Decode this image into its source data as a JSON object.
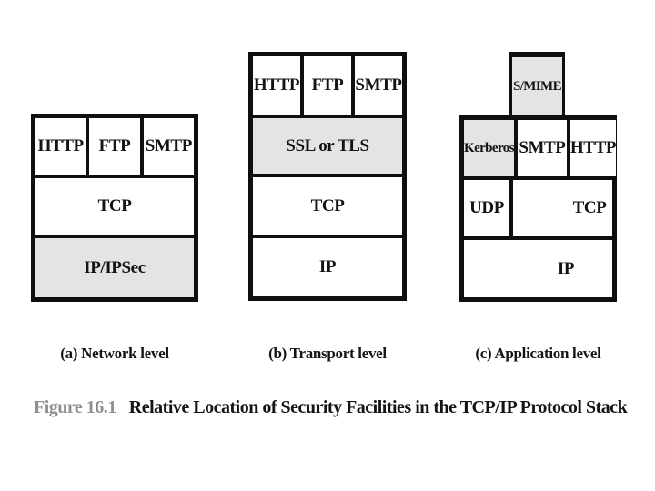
{
  "figure_caption": {
    "label": "Figure 16.1",
    "title": "Relative Location of Security Facilities in the TCP/IP Protocol Stack"
  },
  "stacks": {
    "a": {
      "caption": "(a) Network level",
      "cells": {
        "http": "HTTP",
        "ftp": "FTP",
        "smtp": "SMTP",
        "tcp": "TCP",
        "ip": "IP/IPSec"
      }
    },
    "b": {
      "caption": "(b) Transport level",
      "cells": {
        "http": "HTTP",
        "ftp": "FTP",
        "smtp": "SMTP",
        "ssl": "SSL or TLS",
        "tcp": "TCP",
        "ip": "IP"
      }
    },
    "c": {
      "caption": "(c) Application level",
      "cells": {
        "smime": "S/MIME",
        "kerberos": "Kerberos",
        "smtp": "SMTP",
        "http": "HTTP",
        "udp": "UDP",
        "tcp": "TCP",
        "ip": "IP"
      }
    }
  },
  "colors": {
    "shaded": "#e4e4e4",
    "border": "#0f0f0f",
    "text": "#141414",
    "caption-label": "#8f8f8f"
  }
}
